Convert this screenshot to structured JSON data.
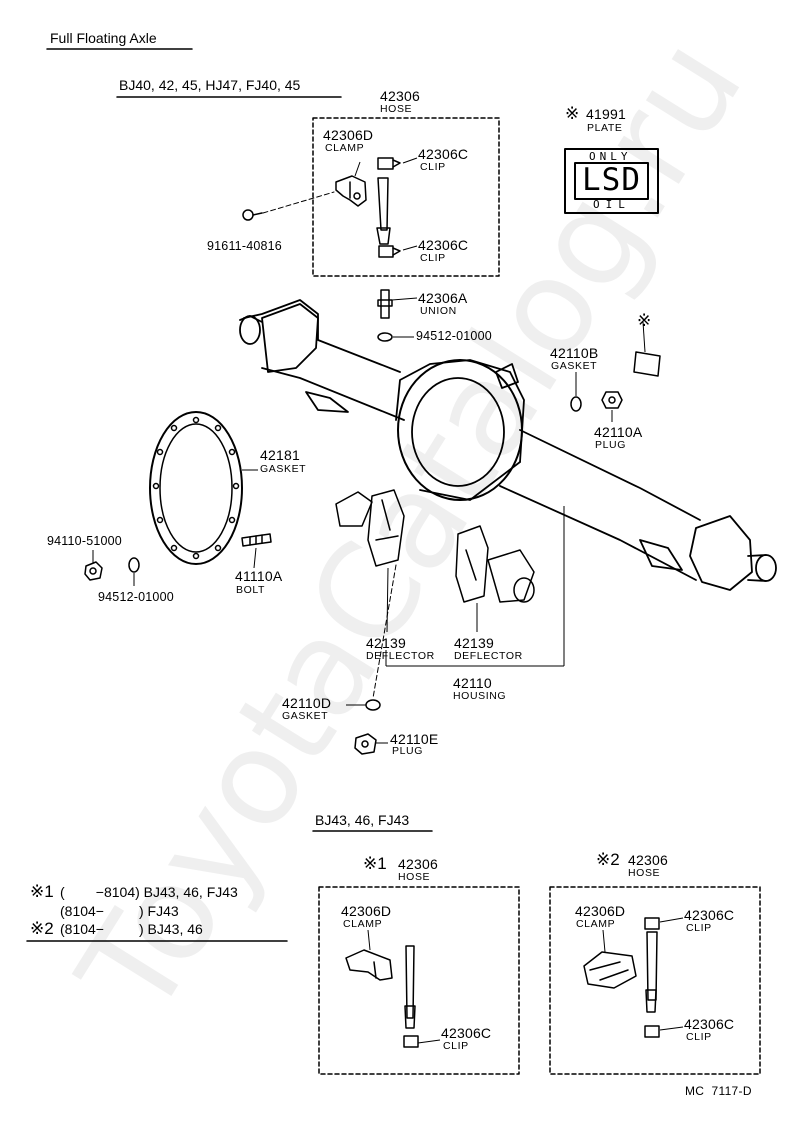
{
  "title": "Full Floating Axle",
  "sections": {
    "top_models": "BJ40, 42, 45, HJ47, FJ40, 45",
    "bottom_models": "BJ43, 46, FJ43"
  },
  "parts": {
    "hose_top": {
      "number": "42306",
      "name": "HOSE"
    },
    "clamp_top": {
      "number": "42306D",
      "name": "CLAMP"
    },
    "clip_top_1": {
      "number": "42306C",
      "name": "CLIP"
    },
    "clip_top_2": {
      "number": "42306C",
      "name": "CLIP"
    },
    "bolt_small": {
      "number": "91611-40816"
    },
    "plate": {
      "mark": "※",
      "number": "41991",
      "name": "PLATE"
    },
    "union": {
      "number": "42306A",
      "name": "UNION"
    },
    "washer_union": {
      "number": "94512-01000"
    },
    "gasket_plug": {
      "number": "42110B",
      "name": "GASKET"
    },
    "plug_top": {
      "number": "42110A",
      "name": "PLUG"
    },
    "gasket_main": {
      "number": "42181",
      "name": "GASKET"
    },
    "nut": {
      "number": "94110-51000"
    },
    "washer_nut": {
      "number": "94512-01000"
    },
    "bolt": {
      "number": "41110A",
      "name": "BOLT"
    },
    "deflector_l": {
      "number": "42139",
      "name": "DEFLECTOR"
    },
    "deflector_r": {
      "number": "42139",
      "name": "DEFLECTOR"
    },
    "housing": {
      "number": "42110",
      "name": "HOUSING"
    },
    "gasket_drain": {
      "number": "42110D",
      "name": "GASKET"
    },
    "plug_drain": {
      "number": "42110E",
      "name": "PLUG"
    },
    "hose_v1": {
      "mark": "※1",
      "number": "42306",
      "name": "HOSE"
    },
    "clamp_v1": {
      "number": "42306D",
      "name": "CLAMP"
    },
    "clip_v1": {
      "number": "42306C",
      "name": "CLIP"
    },
    "hose_v2": {
      "mark": "※2",
      "number": "42306",
      "name": "HOSE"
    },
    "clamp_v2": {
      "number": "42306D",
      "name": "CLAMP"
    },
    "clip_v2_1": {
      "number": "42306C",
      "name": "CLIP"
    },
    "clip_v2_2": {
      "number": "42306C",
      "name": "CLIP"
    }
  },
  "plate_text": {
    "top": "ONLY",
    "middle": "LSD",
    "bottom": "OIL",
    "star": "※"
  },
  "notes": [
    {
      "mark": "※1",
      "text": "(        −8104) BJ43, 46, FJ43"
    },
    {
      "mark": "",
      "text": "(8104−         ) FJ43"
    },
    {
      "mark": "※2",
      "text": "(8104−         ) BJ43, 46"
    }
  ],
  "reference": "MC  7117-D",
  "watermark": "ToyotaCatalog.ru"
}
